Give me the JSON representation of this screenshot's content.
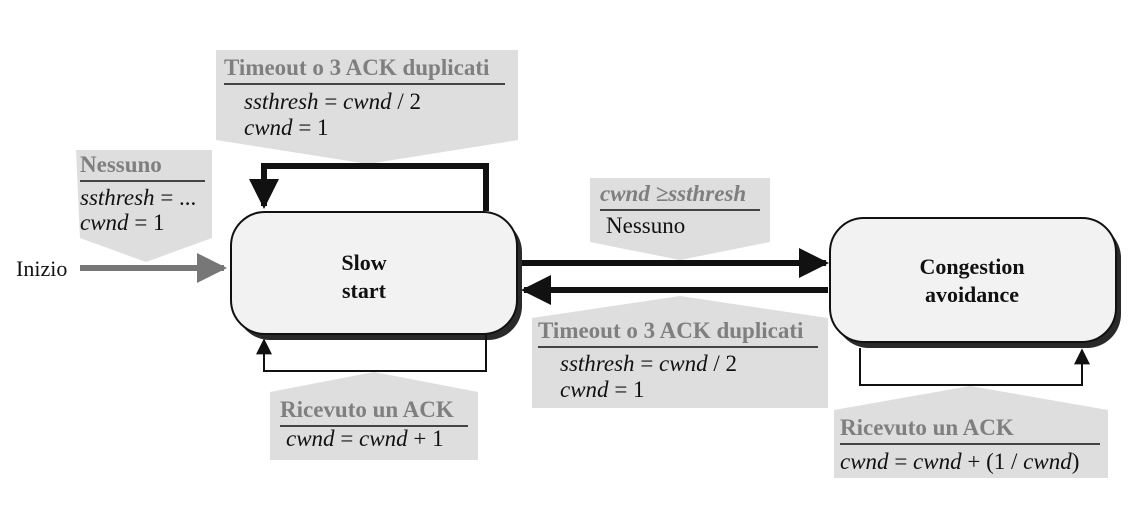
{
  "start_label": "Inizio",
  "states": {
    "slow_start": {
      "line1": "Slow",
      "line2": "start"
    },
    "congestion_avoidance": {
      "line1": "Congestion",
      "line2": "avoidance"
    }
  },
  "labels": {
    "initial": {
      "event": "Nessuno",
      "actions": [
        {
          "var": "ssthresh",
          "rest": " = ..."
        },
        {
          "var": "cwnd",
          "rest": " = 1"
        }
      ]
    },
    "slow_start_timeout": {
      "event": "Timeout o 3 ACK duplicati",
      "actions": [
        {
          "var": "ssthresh",
          "mid": " = ",
          "var2": "cwnd",
          "rest": " / 2"
        },
        {
          "var": "cwnd",
          "rest": " = 1"
        }
      ]
    },
    "slow_start_ack": {
      "event": "Ricevuto un ACK",
      "actions": [
        {
          "var": "cwnd",
          "mid": " = ",
          "var2": "cwnd",
          "rest": " + 1"
        }
      ]
    },
    "to_congestion": {
      "event_var": "cwnd",
      "event_rest": " ≥ssthresh",
      "action": "Nessuno"
    },
    "congestion_timeout": {
      "event": "Timeout o 3 ACK duplicati",
      "actions": [
        {
          "var": "ssthresh",
          "mid": " = ",
          "var2": "cwnd",
          "rest": " / 2"
        },
        {
          "var": "cwnd",
          "rest": " = 1"
        }
      ]
    },
    "congestion_ack": {
      "event": "Ricevuto un ACK",
      "actions": [
        {
          "var": "cwnd",
          "mid": " = ",
          "var2": "cwnd",
          "rest": " + (1 / ",
          "var3": "cwnd",
          "tail": ")"
        }
      ]
    }
  },
  "colors": {
    "label_bg": "#dedede",
    "event_text": "#7f7f7f",
    "state_fill": "#f2f2f2",
    "start_arrow": "#777777"
  }
}
